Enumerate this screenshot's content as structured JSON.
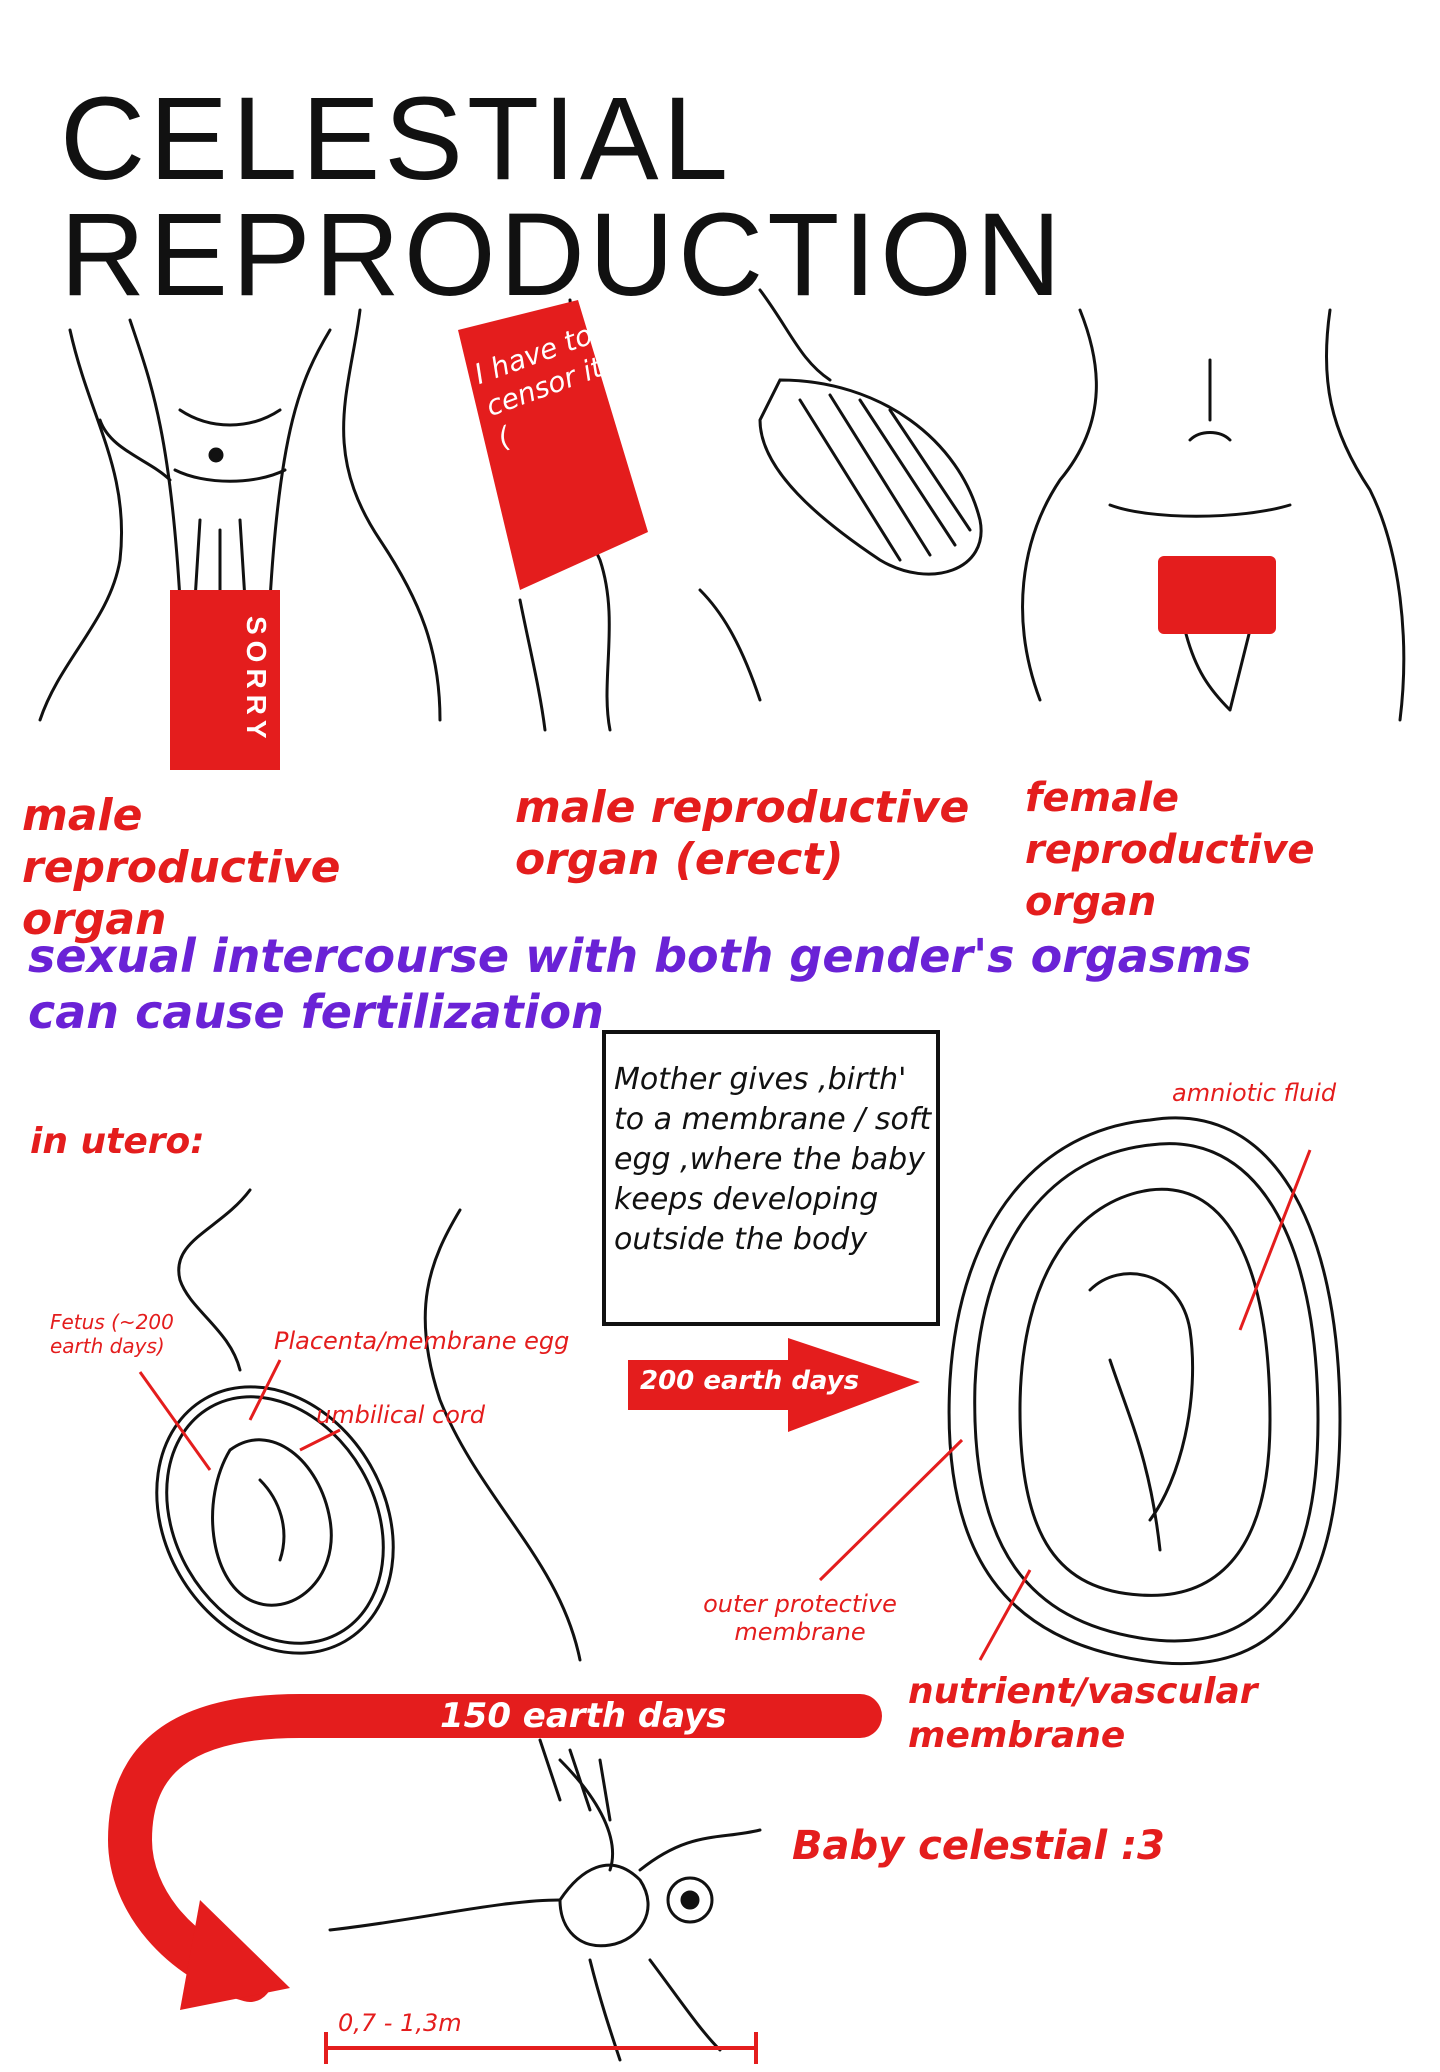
{
  "title": {
    "line1": "CELESTIAL",
    "line2": "REPRODUCTION"
  },
  "censor_labels": {
    "sorry": "SORRY",
    "have_to_censor": "I have to censor it :("
  },
  "organs": {
    "male": "male reproductive organ",
    "male_erect": "male reproductive organ (erect)",
    "female": "female reproductive organ"
  },
  "fertilization_note": "sexual intercourse with both gender's orgasms can cause fertilization",
  "in_utero": "in utero:",
  "birth_box": "Mother gives ,birth' to a membrane / soft egg ,where the baby keeps developing outside the body",
  "womb_labels": {
    "fetus": "Fetus (~200 earth days)",
    "placenta": "Placenta/membrane egg",
    "umbilical": "umbilical cord"
  },
  "arrow_200": "200 earth days",
  "egg_labels": {
    "amniotic": "amniotic fluid",
    "outer": "outer protective membrane",
    "nutrient": "nutrient/vascular membrane"
  },
  "arrow_150": "150 earth days",
  "baby": "Baby celestial :3",
  "size_scale": "0,7 - 1,3m",
  "colors": {
    "red": "#e41d1d",
    "purple": "#6a22d6",
    "ink": "#111111"
  }
}
